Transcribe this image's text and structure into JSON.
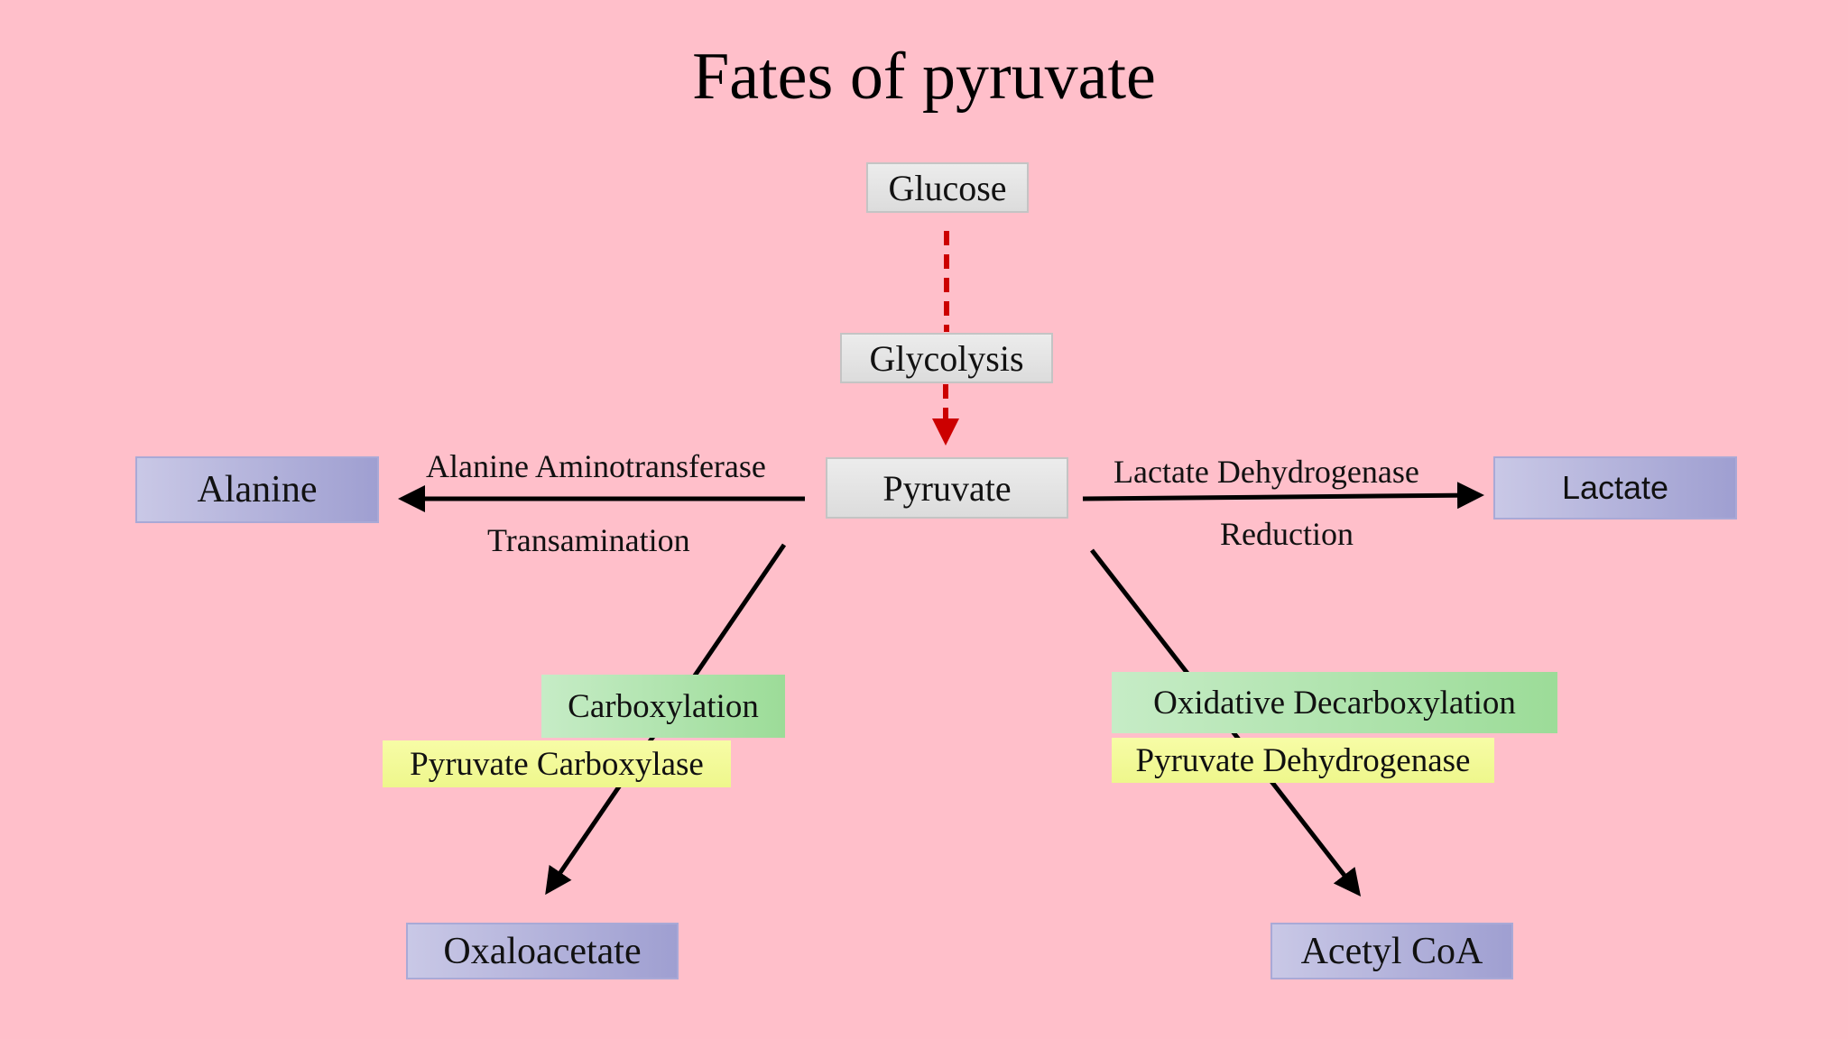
{
  "title": "Fates of pyruvate",
  "nodes": {
    "glucose": "Glucose",
    "glycolysis": "Glycolysis",
    "pyruvate": "Pyruvate",
    "alanine": "Alanine",
    "lactate": "Lactate",
    "oxaloacetate": "Oxaloacetate",
    "acetyl_coa": "Acetyl CoA"
  },
  "edges": {
    "alanine": {
      "enzyme": "Alanine Aminotransferase",
      "process": "Transamination"
    },
    "lactate": {
      "enzyme": "Lactate Dehydrogenase",
      "process": "Reduction"
    },
    "oxaloacetate": {
      "process": "Carboxylation",
      "enzyme": "Pyruvate Carboxylase"
    },
    "acetyl_coa": {
      "process": "Oxidative Decarboxylation",
      "enzyme": "Pyruvate Dehydrogenase"
    }
  },
  "colors": {
    "background": "#ffbfca",
    "glycolysis_arrow": "#cc0000",
    "arrow": "#000000"
  }
}
